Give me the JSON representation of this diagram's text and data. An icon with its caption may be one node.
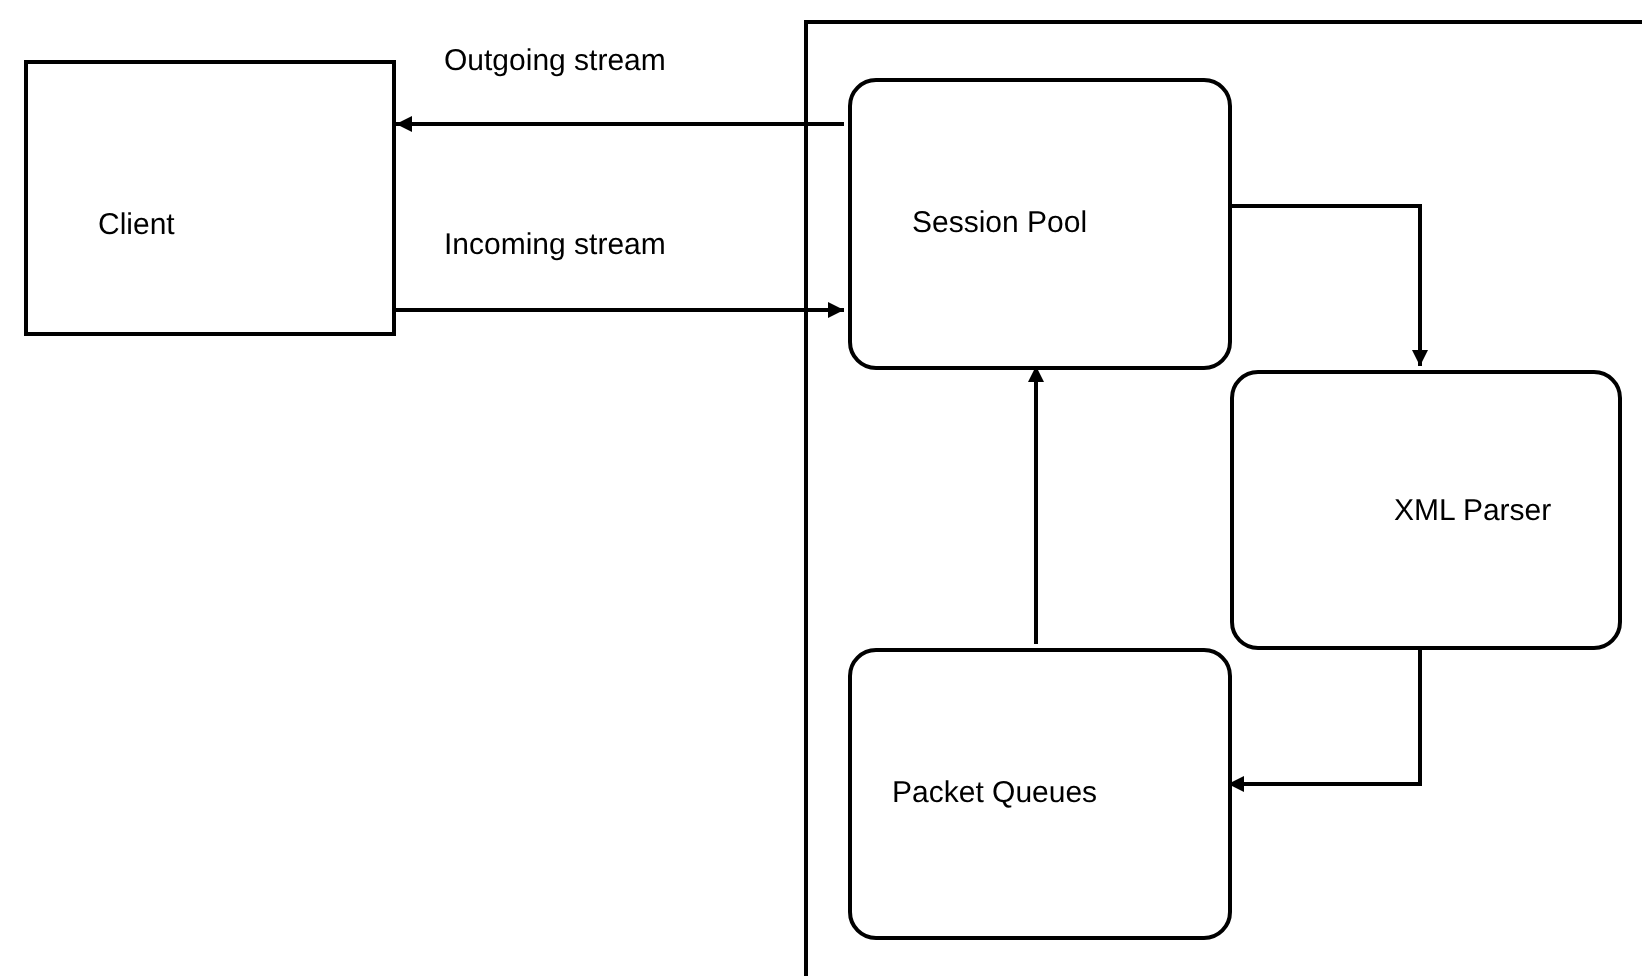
{
  "diagram": {
    "nodes": [
      {
        "text": [
          "Client"
        ]
      },
      {
        "text": [],
        "shape": "box"
      },
      {
        "text": [
          "Session Pool"
        ],
        "in": 1
      },
      {
        "text": [
          "XML Parser"
        ],
        "in": 1
      },
      {
        "text": [
          "Packet Queues"
        ],
        "in": 1
      }
    ],
    "edges": [
      {
        "from": 2,
        "to": 0,
        "arrow": "to",
        "label": "Outgoing stream"
      },
      {
        "from": 0,
        "to": 2,
        "arrow": "to",
        "label": "Incoming stream"
      },
      {
        "from": 2,
        "to": 3,
        "arrow": "to"
      },
      {
        "from": 3,
        "to": 4,
        "arrow": "to"
      },
      {
        "from": 4,
        "to": 2,
        "arrow": "to"
      }
    ]
  }
}
